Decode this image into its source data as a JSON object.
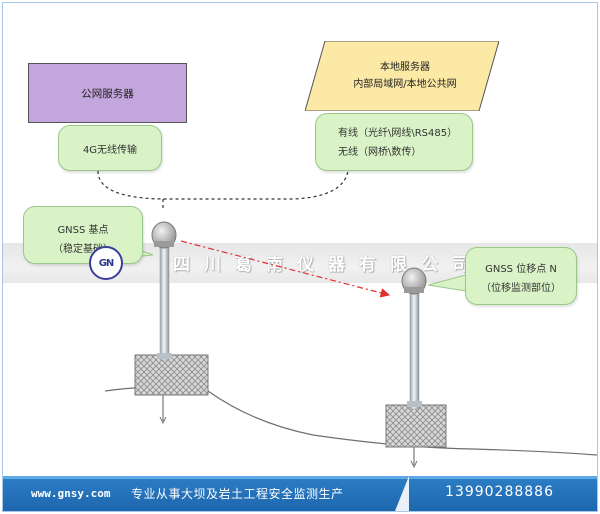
{
  "public_server": "公网服务器",
  "local_server": {
    "line1": "本地服务器",
    "line2": "内部局域网/本地公共网"
  },
  "bubble_4g": "4G无线传输",
  "bubble_links": {
    "line1": "有线（光纤\\网线\\RS485）",
    "line2": "无线（网桥\\数传）"
  },
  "bubble_base": {
    "line1": "GNSS 基点",
    "line2": "（稳定基础）"
  },
  "bubble_rover": {
    "line1": "GNSS 位移点 N",
    "line2": "（位移监测部位）"
  },
  "company_band": "四川葛南仪器有限公司",
  "logo_text": "GN",
  "footer": {
    "site": "www.gnsy.com",
    "slogan": "专业从事大坝及岩土工程安全监测生产",
    "phone": "13990288886"
  },
  "colors": {
    "public_box": "#c3a6dd",
    "local_box": "#fbe9a5",
    "bubble": "#d9f3c6",
    "footer": "#2273b9",
    "red_arrow": "#e03030"
  }
}
